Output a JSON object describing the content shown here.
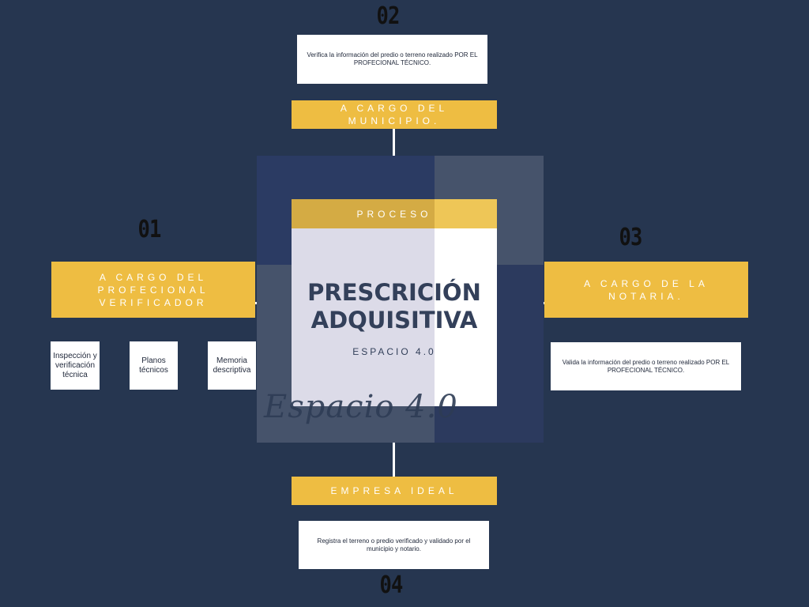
{
  "center": {
    "header": "PROCESO",
    "title_line1": "PRESCRICIÓN",
    "title_line2": "ADQUISITIVA",
    "subtitle": "ESPACIO 4.0",
    "watermark": "Espacio 4.0"
  },
  "steps": {
    "step1": {
      "number": "01",
      "label": "A CARGO DEL PROFECIONAL VERIFICADOR",
      "items": [
        "Inspección y verificación técnica",
        "Planos técnicos",
        "Memoria descriptiva"
      ]
    },
    "step2": {
      "number": "02",
      "label": "A CARGO DEL MUNICIPIO.",
      "description": "Verifica la información del predio o terreno realizado POR EL PROFECIONAL TÉCNICO."
    },
    "step3": {
      "number": "03",
      "label": "A CARGO DE LA NOTARIA.",
      "description": "Valida la información del predio o terreno realizado POR EL PROFECIONAL TÉCNICO."
    },
    "step4": {
      "number": "04",
      "label": "EMPRESA IDEAL",
      "description": "Registra el terreno o predio verificado y validado por el municipio y notario."
    }
  },
  "colors": {
    "background": "#263650",
    "accent": "#eebd42",
    "card": "#ffffff",
    "overlay_light": "#dcdbe8",
    "overlay_blue": "#2c3a5e"
  }
}
